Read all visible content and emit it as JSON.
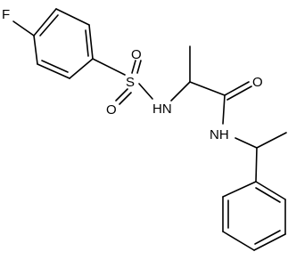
{
  "molecule": {
    "atoms": {
      "fluorine": "F",
      "sulfur": "S",
      "sulfonyl_oxygen_upper": "O",
      "sulfonyl_oxygen_lower": "O",
      "sulfonamide_nitrogen": "HN",
      "carbonyl_oxygen": "O",
      "amide_nitrogen": "NH"
    }
  }
}
